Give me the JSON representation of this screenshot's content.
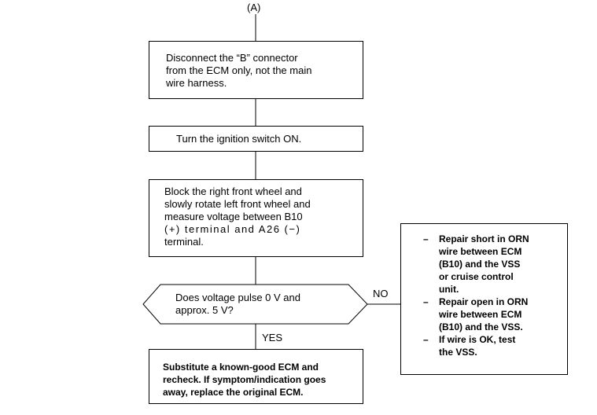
{
  "start_label": "(A)",
  "step1": [
    "Disconnect the “B” connector",
    "from the ECM only, not the main",
    "wire harness."
  ],
  "step2": [
    "Turn the ignition switch ON."
  ],
  "step3": [
    "Block the right front wheel and",
    "slowly rotate left front wheel and",
    "measure voltage between B10",
    "(+) terminal and A26 (−)",
    "terminal."
  ],
  "decision": [
    "Does voltage pulse 0 V and",
    "approx. 5 V?"
  ],
  "no_label": "NO",
  "yes_label": "YES",
  "final": [
    "Substitute a known-good ECM and",
    "recheck. If symptom/indication goes",
    "away, replace the original ECM."
  ],
  "remedy": [
    {
      "dash": "–",
      "lines": [
        "Repair short in ORN",
        "wire between ECM",
        "(B10) and the VSS",
        "or cruise control",
        "unit."
      ]
    },
    {
      "dash": "–",
      "lines": [
        "Repair open in ORN",
        "wire between ECM",
        "(B10) and the VSS."
      ]
    },
    {
      "dash": "–",
      "lines": [
        "If wire is OK, test",
        "the VSS."
      ]
    }
  ]
}
